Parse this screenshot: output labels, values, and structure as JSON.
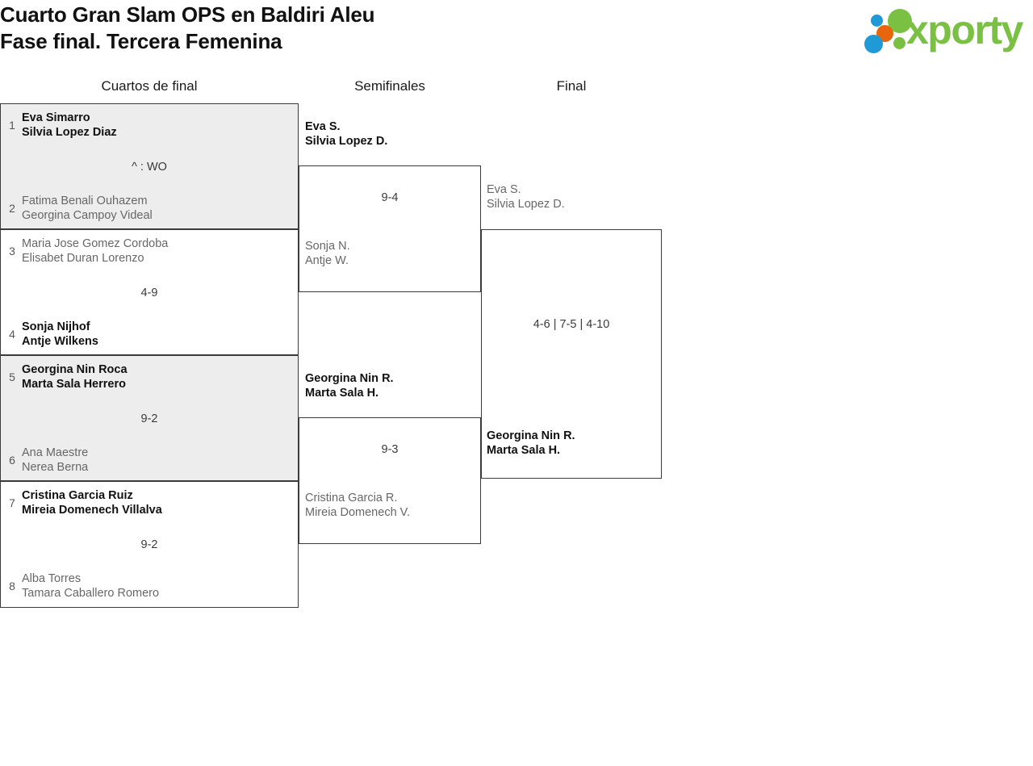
{
  "header": {
    "title_line1": "Cuarto Gran Slam OPS en Baldiri Aleu",
    "title_line2": "Fase final. Tercera Femenina",
    "logo_text": "xporty",
    "logo_colors": {
      "green": "#7ac143",
      "blue": "#1f9ad6",
      "orange": "#e8650d"
    }
  },
  "rounds": [
    {
      "key": "quarters",
      "label": "Cuartos de final"
    },
    {
      "key": "semis",
      "label": "Semifinales"
    },
    {
      "key": "final",
      "label": "Final"
    }
  ],
  "bracket": {
    "quarterfinals": [
      {
        "score": "^ : WO",
        "top": {
          "seed": "1",
          "p1": "Eva Simarro",
          "p2": "Silvia Lopez Diaz",
          "result": "winner"
        },
        "bottom": {
          "seed": "2",
          "p1": "Fatima Benali Ouhazem",
          "p2": "Georgina Campoy Videal",
          "result": "loser"
        }
      },
      {
        "score": "4-9",
        "top": {
          "seed": "3",
          "p1": "Maria Jose Gomez Cordoba",
          "p2": "Elisabet Duran Lorenzo",
          "result": "loser"
        },
        "bottom": {
          "seed": "4",
          "p1": "Sonja Nijhof",
          "p2": "Antje Wilkens",
          "result": "winner"
        }
      },
      {
        "score": "9-2",
        "top": {
          "seed": "5",
          "p1": "Georgina Nin Roca",
          "p2": "Marta Sala Herrero",
          "result": "winner"
        },
        "bottom": {
          "seed": "6",
          "p1": "Ana Maestre",
          "p2": "Nerea Berna",
          "result": "loser"
        }
      },
      {
        "score": "9-2",
        "top": {
          "seed": "7",
          "p1": "Cristina Garcia Ruiz",
          "p2": "Mireia Domenech Villalva",
          "result": "winner"
        },
        "bottom": {
          "seed": "8",
          "p1": "Alba Torres",
          "p2": "Tamara Caballero Romero",
          "result": "loser"
        }
      }
    ],
    "semifinals": [
      {
        "score": "9-4",
        "top": {
          "p1": "Eva S.",
          "p2": "Silvia Lopez D.",
          "result": "winner"
        },
        "bottom": {
          "p1": "Sonja N.",
          "p2": "Antje W.",
          "result": "loser"
        }
      },
      {
        "score": "9-3",
        "top": {
          "p1": "Georgina Nin R.",
          "p2": "Marta Sala H.",
          "result": "winner"
        },
        "bottom": {
          "p1": "Cristina Garcia R.",
          "p2": "Mireia Domenech V.",
          "result": "loser"
        }
      }
    ],
    "final": [
      {
        "score": "4-6 | 7-5 | 4-10",
        "top": {
          "p1": "Eva S.",
          "p2": "Silvia Lopez D.",
          "result": "loser"
        },
        "bottom": {
          "p1": "Georgina Nin R.",
          "p2": "Marta Sala H.",
          "result": "winner"
        }
      }
    ]
  }
}
